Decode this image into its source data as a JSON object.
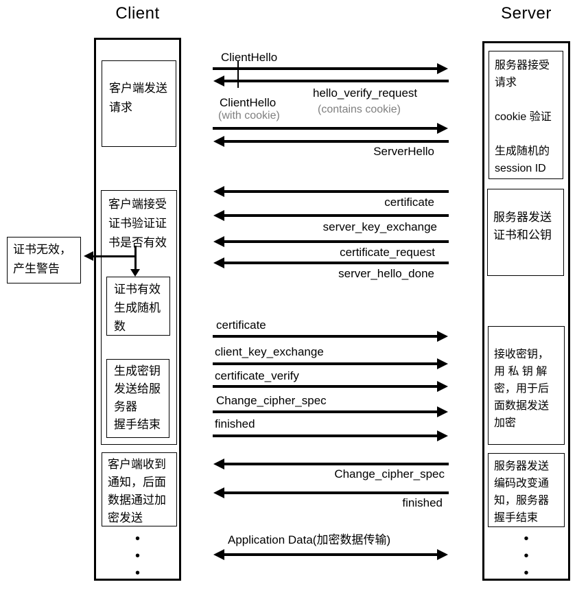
{
  "titles": {
    "client": "Client",
    "server": "Server"
  },
  "client_boxes": {
    "send_request": "客户端发送\n请求",
    "accept_certificate": "客户端接受\n证书验证证\n书是否有效",
    "certificate_valid": "证书有效\n生成随机\n数",
    "generate_key": "生成密钥\n发送给服\n务器\n握手结束",
    "receive_notice": "客户端收到\n通知，后面\n数据通过加\n密发送",
    "dots": "•\n•\n•"
  },
  "warning_box": {
    "text": "证书无效，\n产生警告"
  },
  "server_boxes": {
    "accept_request": "服务器接受\n请求\n\ncookie 验证\n\n生成随机的\nsession ID",
    "send_certificate": "服务器发送\n证书和公钥",
    "receive_key": "接收密钥，\n用 私 钥 解\n密，用于后\n面数据发送\n加密",
    "change_cipher_notice": "服务器发送\n编码改变通\n知，服务器\n握手结束",
    "dots": "•\n•\n•"
  },
  "messages": {
    "client_hello_1": "ClientHello",
    "client_hello_2": "ClientHello",
    "with_cookie": "(with cookie)",
    "hello_verify_request": "hello_verify_request",
    "contains_cookie": "(contains cookie)",
    "server_hello": "ServerHello",
    "certificate_s2c": "certificate",
    "server_key_exchange": "server_key_exchange",
    "certificate_request": "certificate_request",
    "server_hello_done": "server_hello_done",
    "certificate_c2s": "certificate",
    "client_key_exchange": "client_key_exchange",
    "certificate_verify": "certificate_verify",
    "change_cipher_spec_c2s": "Change_cipher_spec",
    "finished_c2s": "finished",
    "change_cipher_spec_s2c": "Change_cipher_spec",
    "finished_s2c": "finished",
    "application_data": "Application Data(加密数据传输)"
  },
  "colors": {
    "ink": "#000000",
    "muted_gray": "#7f7f7f"
  }
}
